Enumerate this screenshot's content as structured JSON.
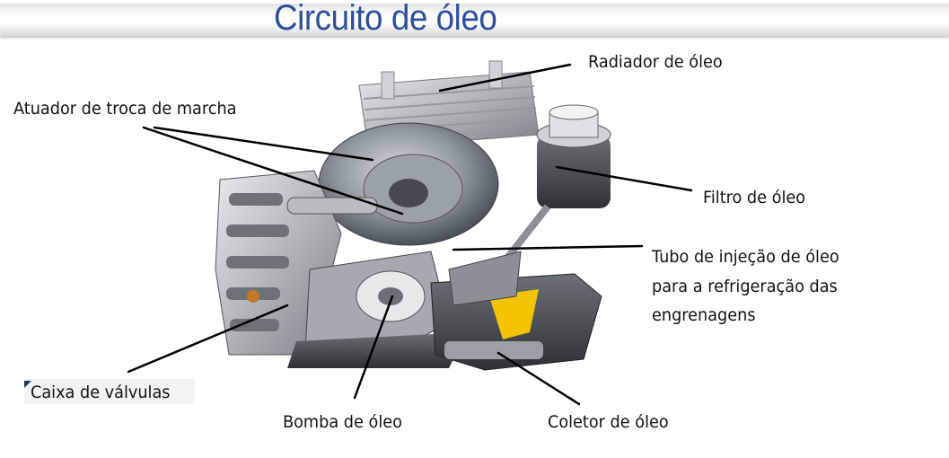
{
  "slide": {
    "title": "Circuito de óleo",
    "labels": {
      "radiator": "Radiador de óleo",
      "shift_actuator": "Atuador de troca de marcha",
      "filter": "Filtro de óleo",
      "injection_tube_line1": "Tubo de injeção de óleo",
      "injection_tube_line2": "para a refrigeração das",
      "injection_tube_line3": "engrenagens",
      "valve_body": "Caixa de válvulas",
      "oil_pump": "Bomba de óleo",
      "oil_collector": "Coletor de óleo"
    },
    "colors": {
      "title": "#2e4f9b",
      "accent_yellow": "#f2c500"
    }
  }
}
